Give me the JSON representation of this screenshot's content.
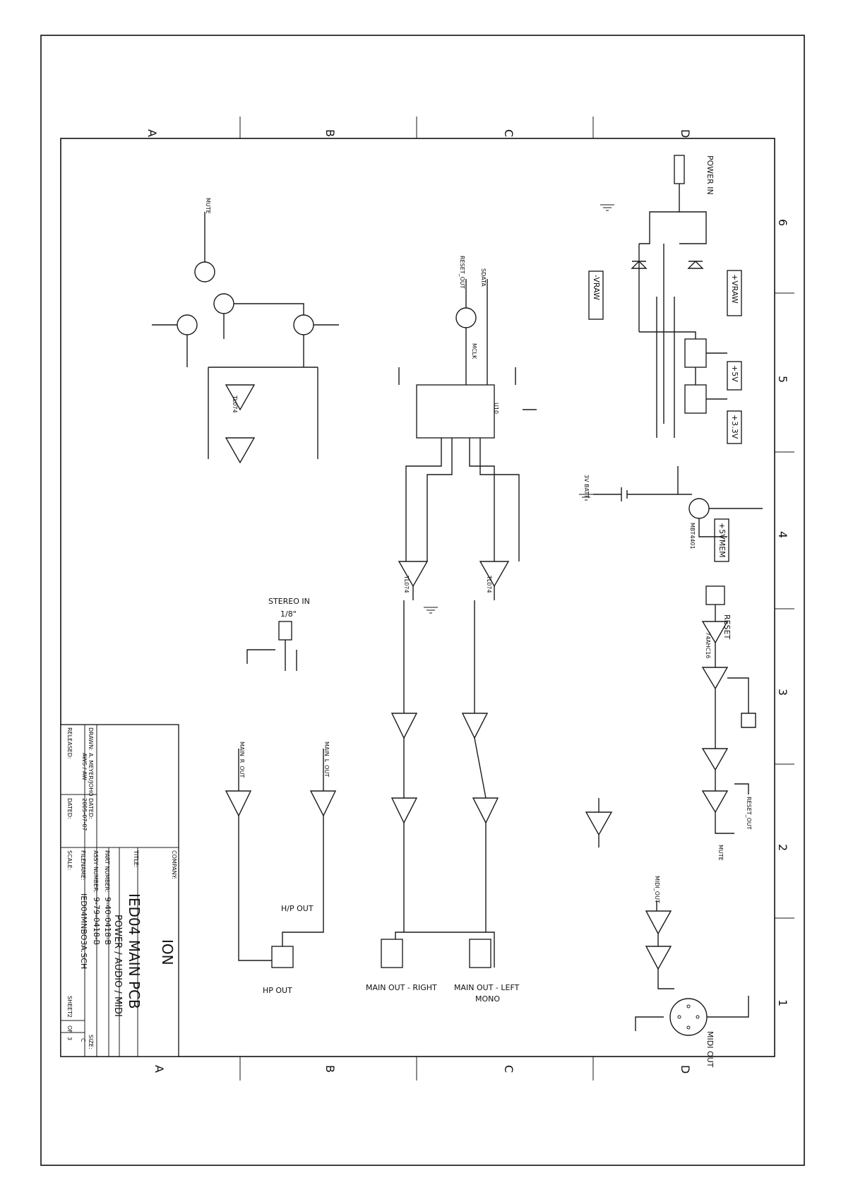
{
  "zones": {
    "top": [
      "A",
      "B",
      "C",
      "D"
    ],
    "bottom": [
      "A",
      "B",
      "C",
      "D"
    ],
    "right": [
      "6",
      "5",
      "4",
      "3",
      "2",
      "1"
    ]
  },
  "blocks": {
    "power_in": "POWER IN",
    "rails": [
      "+VRAW",
      "-VRAW",
      "+5V",
      "+3.3V",
      "+5VMEM"
    ],
    "reset": "RESET",
    "stereo_in": "STEREO IN",
    "stereo_in_size": "1/8\"",
    "hp_out": "H/P OUT",
    "hp_out_jack": "HP OUT",
    "main_out_right": "MAIN OUT - RIGHT",
    "main_out_left": "MAIN OUT - LEFT",
    "mono": "MONO",
    "midi_out": "MIDI OUT",
    "battery": "3V BATT",
    "mute": "MUTE",
    "reset_out": "RESET_OUT",
    "sdata": "SDATA",
    "mclk": "MCLK",
    "main_r_out": "MAIN_R_OUT",
    "main_l_out": "MAIN_L_OUT",
    "midi_out_net": "MIDI_OUT"
  },
  "parts": {
    "opamp": "TL074",
    "inverter": "74AHC16",
    "transistor": "MBT4401",
    "codec": "U10"
  },
  "title_block": {
    "company_label": "COMPANY:",
    "company": "ION",
    "title_label": "TITLE:",
    "title": "IED04 MAIN PCB",
    "subtitle": "POWER / AUDIO / MIDI",
    "part_number_label": "PART NUMBER:",
    "part_number": "9-40-0418-B",
    "assy_number_label": "ASSY NUMBER:",
    "assy_number": "9-79-0418-B",
    "filename_label": "FILENAME:",
    "filename": "IED04MNBO3A.SCH",
    "scale_label": "SCALE:",
    "drawn_label": "DRAWN:",
    "drawn": "A. MEYER/JOHO",
    "approved": "AWS / AW",
    "dated_label": "DATED:",
    "dated": "2005-07-07",
    "released_label": "RELEASED:",
    "released_dated_label": "DATED:",
    "size_label": "SIZE:",
    "size": "C",
    "sheet_label": "SHEET:",
    "sheet": "2",
    "of_label": "OF",
    "of": "3"
  }
}
